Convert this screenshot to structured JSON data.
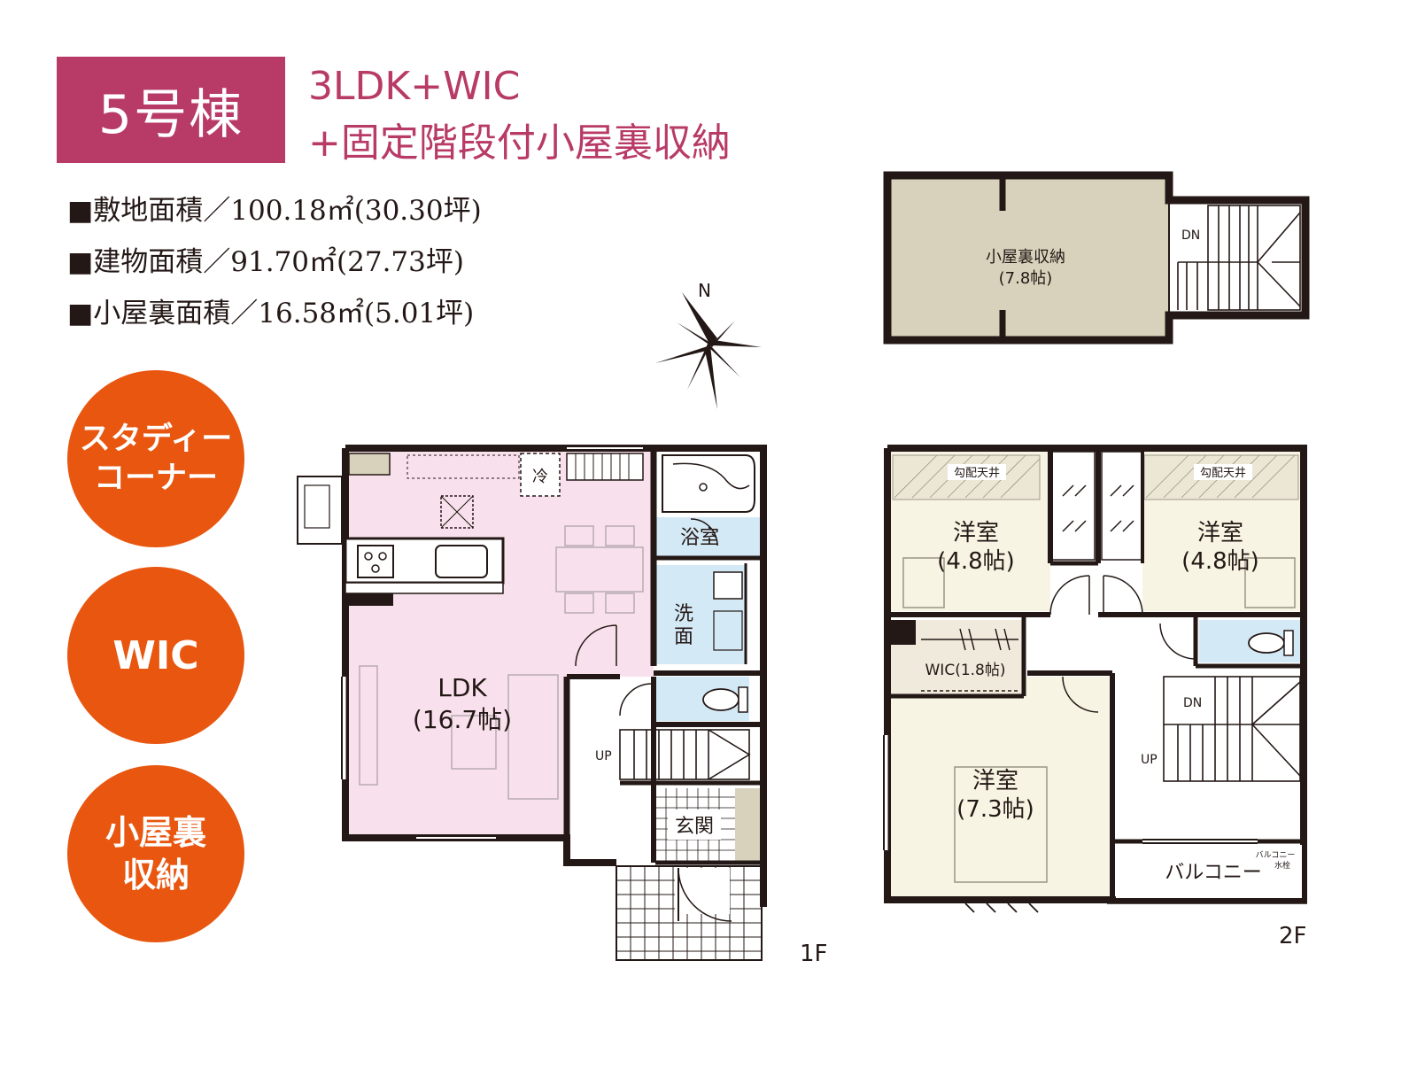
{
  "header": {
    "building_label": "5号棟",
    "subtitle_line1": "3LDK+WIC",
    "subtitle_line2": "+固定階段付小屋裏収納"
  },
  "specs": [
    "■敷地面積／100.18㎡(30.30坪)",
    "■建物面積／91.70㎡(27.73坪)",
    "■小屋裏面積／16.58㎡(5.01坪)"
  ],
  "features": [
    "スタディー\nコーナー",
    "WIC",
    "小屋裏\n収納"
  ],
  "compass_label": "N",
  "floor1": {
    "label": "1F",
    "rooms": {
      "ldk_name": "LDK",
      "ldk_size": "(16.7帖)",
      "bath": "浴室",
      "washroom": "洗\n面",
      "entrance": "玄関",
      "fridge": "冷",
      "stairs_up": "UP"
    }
  },
  "floor2": {
    "label": "2F",
    "rooms": {
      "room_a_name": "洋室",
      "room_a_size": "(4.8帖)",
      "room_b_name": "洋室",
      "room_b_size": "(4.8帖)",
      "wic": "WIC(1.8帖)",
      "room_c_name": "洋室",
      "room_c_size": "(7.3帖)",
      "balcony": "バルコニー",
      "sloped_ceiling_a": "勾配天井",
      "sloped_ceiling_b": "勾配天井",
      "stairs_dn": "DN",
      "stairs_up": "UP",
      "balcony_faucet_1": "バルコニー",
      "balcony_faucet_2": "水栓"
    }
  },
  "attic": {
    "name": "小屋裏収納",
    "size": "(7.8帖)",
    "stairs_dn": "DN"
  },
  "colors": {
    "accent": "#b83a66",
    "feature_circle": "#e8560f",
    "ldk": "#f8e1ec",
    "wet_area": "#d4e9f6",
    "room": "#f7f4e3",
    "attic": "#d8d2bc",
    "wall": "#231815"
  }
}
